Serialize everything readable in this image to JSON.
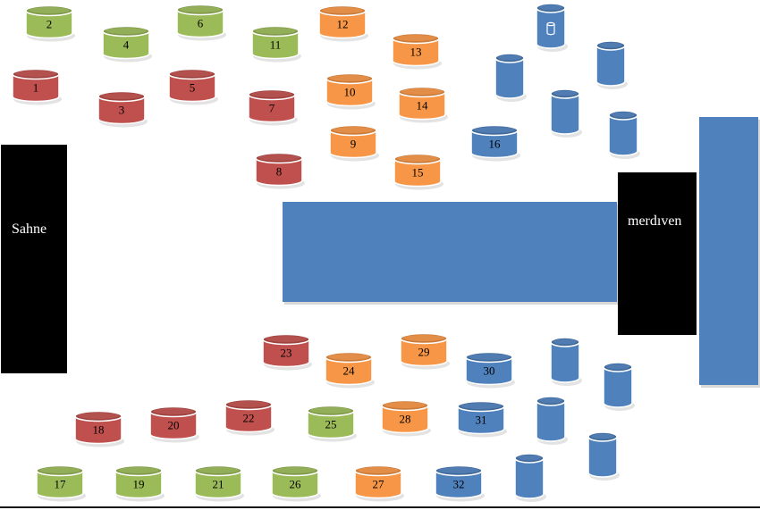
{
  "colors": {
    "red": "#c0504d",
    "green": "#9bbb59",
    "orange": "#f79646",
    "blue": "#4f81bd",
    "black": "#000000"
  },
  "labels": {
    "stage": "Sahne",
    "stairs": "merdıven"
  },
  "tables": [
    {
      "n": "2",
      "color": "green"
    },
    {
      "n": "4",
      "color": "green"
    },
    {
      "n": "6",
      "color": "green"
    },
    {
      "n": "11",
      "color": "green"
    },
    {
      "n": "12",
      "color": "orange"
    },
    {
      "n": "13",
      "color": "orange"
    },
    {
      "n": "1",
      "color": "red"
    },
    {
      "n": "3",
      "color": "red"
    },
    {
      "n": "5",
      "color": "red"
    },
    {
      "n": "7",
      "color": "red"
    },
    {
      "n": "10",
      "color": "orange"
    },
    {
      "n": "14",
      "color": "orange"
    },
    {
      "n": "9",
      "color": "orange"
    },
    {
      "n": "15",
      "color": "orange"
    },
    {
      "n": "8",
      "color": "red"
    },
    {
      "n": "16",
      "color": "blue"
    },
    {
      "n": "23",
      "color": "red"
    },
    {
      "n": "24",
      "color": "orange"
    },
    {
      "n": "29",
      "color": "orange"
    },
    {
      "n": "30",
      "color": "blue"
    },
    {
      "n": "18",
      "color": "red"
    },
    {
      "n": "20",
      "color": "red"
    },
    {
      "n": "22",
      "color": "red"
    },
    {
      "n": "25",
      "color": "green"
    },
    {
      "n": "28",
      "color": "orange"
    },
    {
      "n": "31",
      "color": "blue"
    },
    {
      "n": "17",
      "color": "green"
    },
    {
      "n": "19",
      "color": "green"
    },
    {
      "n": "21",
      "color": "green"
    },
    {
      "n": "26",
      "color": "green"
    },
    {
      "n": "27",
      "color": "orange"
    },
    {
      "n": "32",
      "color": "blue"
    }
  ],
  "towers": [
    {
      "color": "blue",
      "icon": "database-icon"
    },
    {
      "color": "blue"
    },
    {
      "color": "blue"
    },
    {
      "color": "blue"
    },
    {
      "color": "blue"
    },
    {
      "color": "blue"
    },
    {
      "color": "blue"
    },
    {
      "color": "blue"
    },
    {
      "color": "blue"
    },
    {
      "color": "blue"
    },
    {
      "color": "blue"
    }
  ]
}
